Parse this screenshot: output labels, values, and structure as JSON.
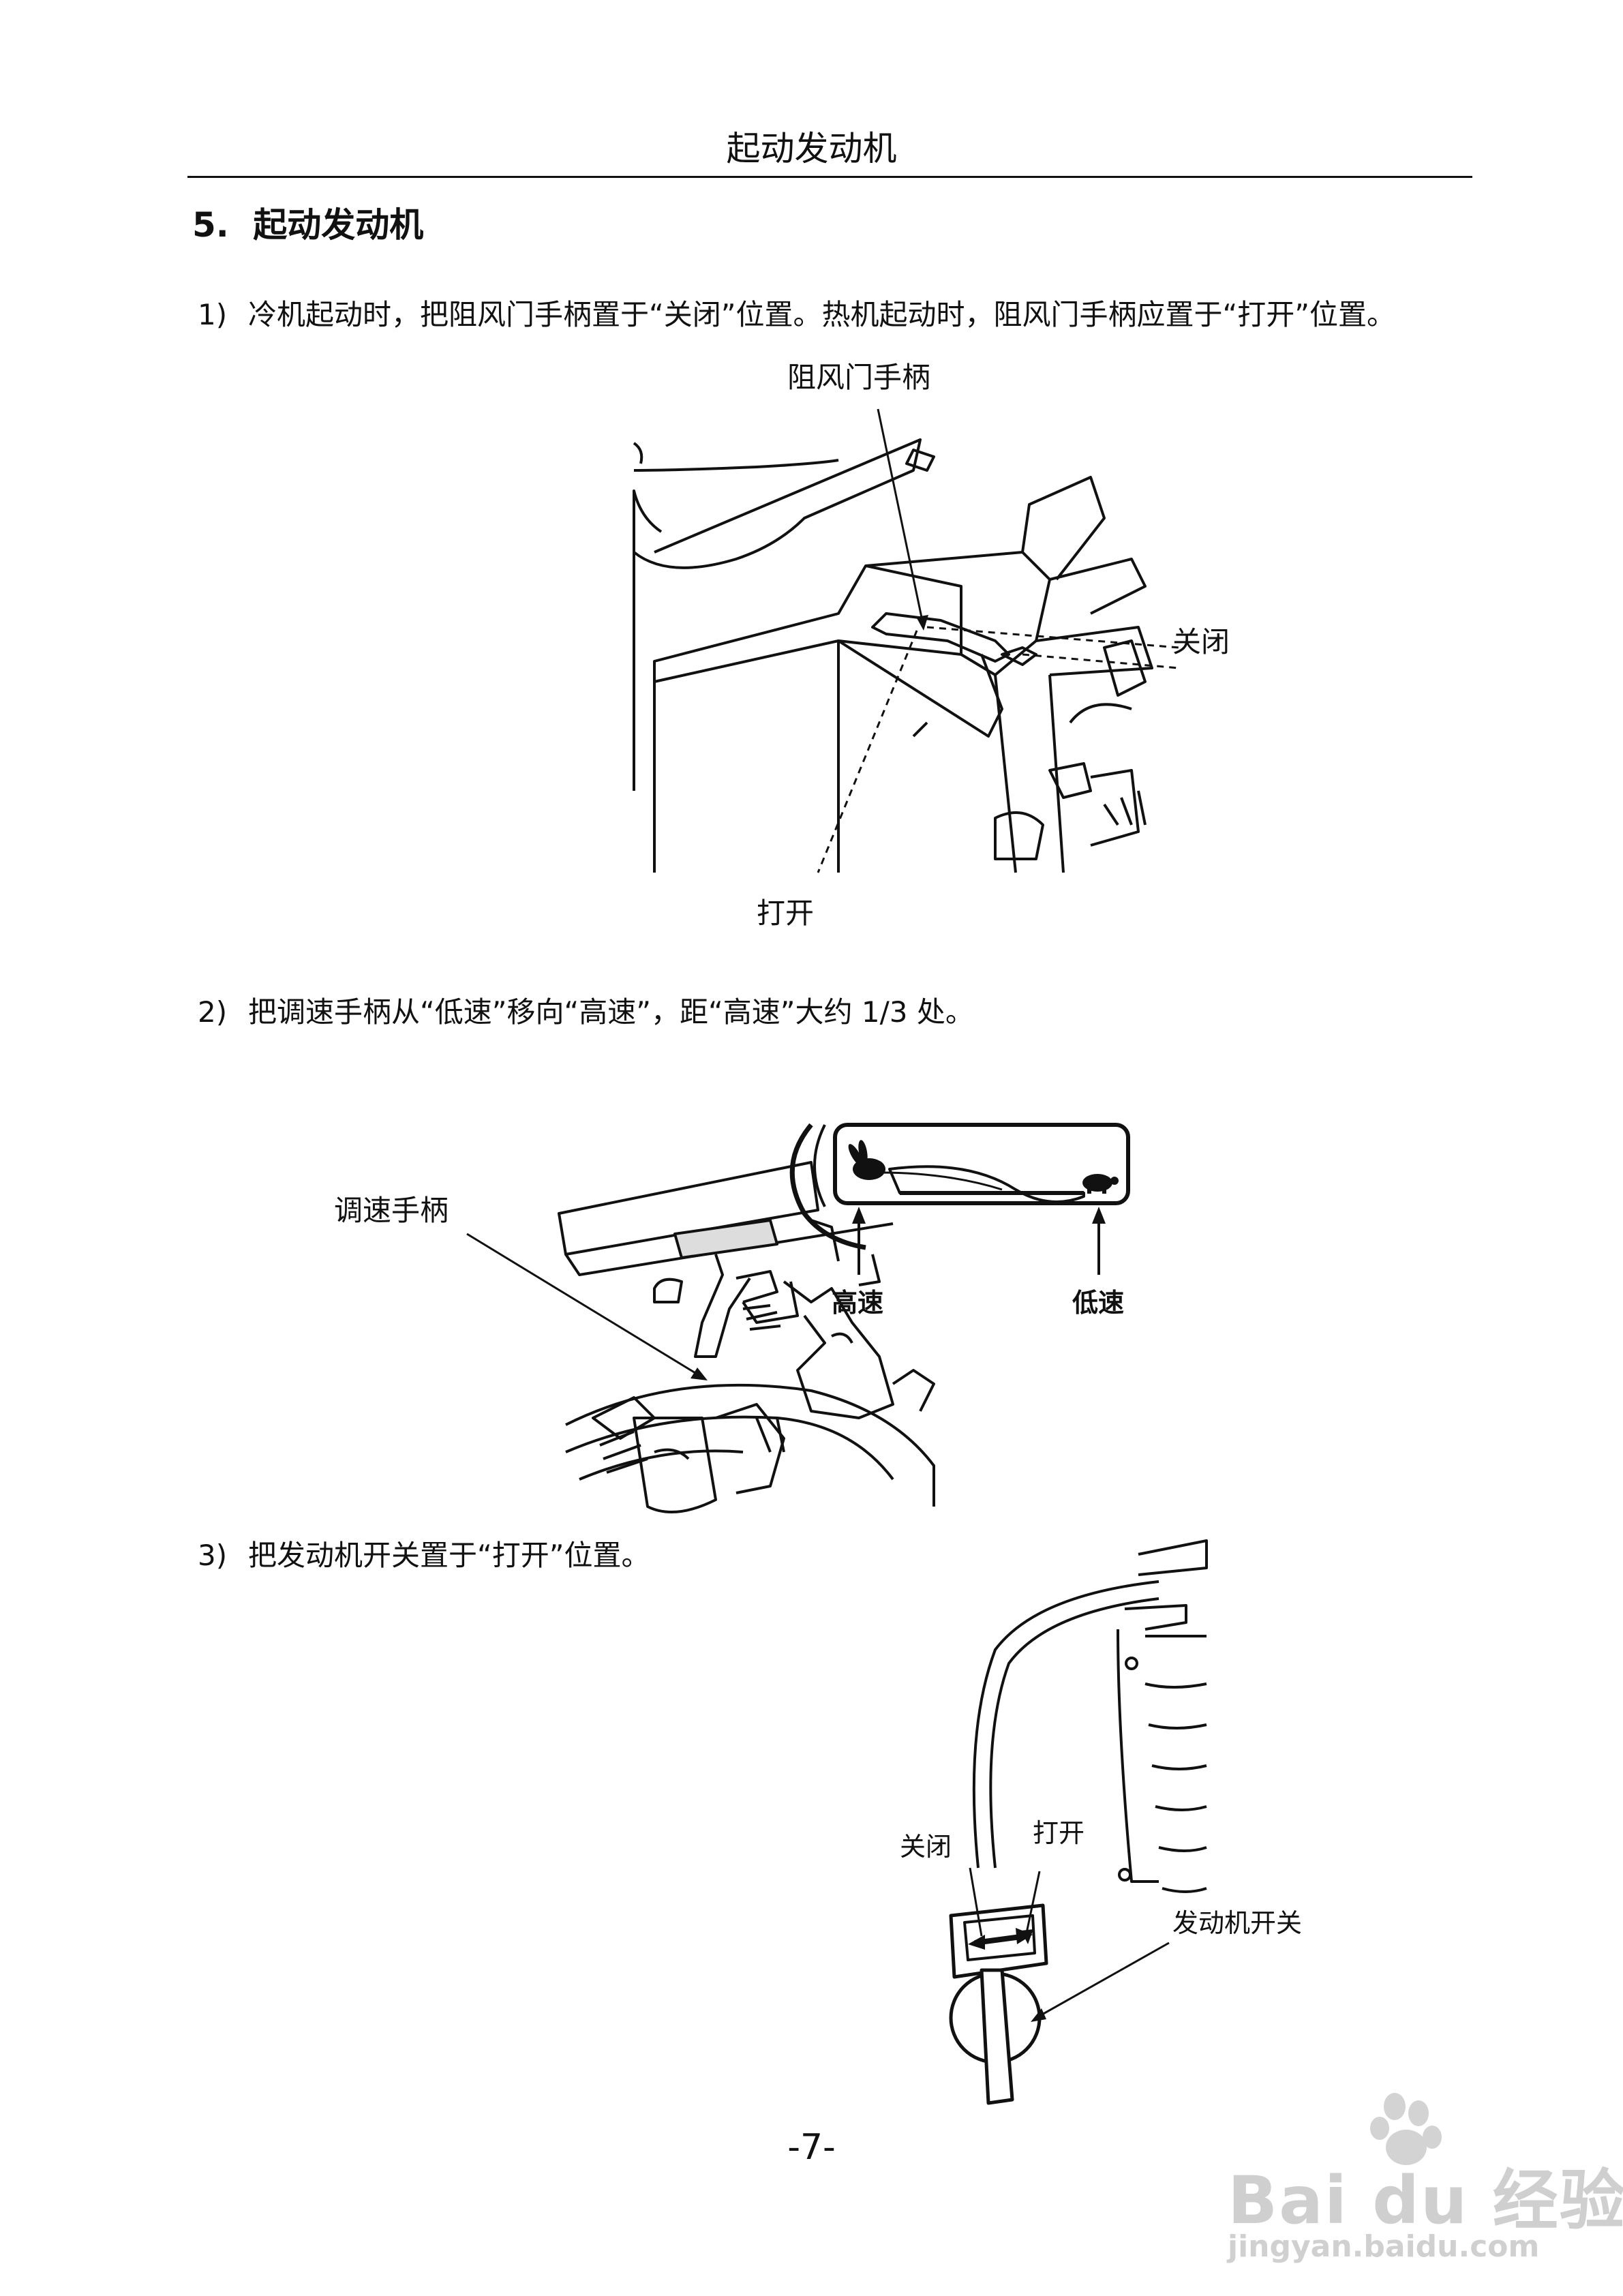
{
  "header": {
    "running_title": "起动发动机"
  },
  "section": {
    "number": "5.",
    "title": "起动发动机"
  },
  "steps": [
    {
      "num": "1)",
      "text": "冷机起动时，把阻风门手柄置于“关闭”位置。热机起动时，阻风门手柄应置于“打开”位置。"
    },
    {
      "num": "2)",
      "text": "把调速手柄从“低速”移向“高速”，距“高速”大约 1/3 处。"
    },
    {
      "num": "3)",
      "text": "把发动机开关置于“打开”位置。"
    }
  ],
  "figures": {
    "choke": {
      "lever_label": "阻风门手柄",
      "closed_label": "关闭",
      "open_label": "打开"
    },
    "throttle": {
      "lever_label": "调速手柄",
      "high_label": "高速",
      "low_label": "低速"
    },
    "engine_switch": {
      "closed_label": "关闭",
      "open_label": "打开",
      "switch_label": "发动机开关"
    }
  },
  "footer": {
    "page_number": "-7-"
  },
  "watermark": {
    "brand": "Bai du 经验",
    "url": "jingyan.baidu.com",
    "icon": "paw-icon"
  }
}
